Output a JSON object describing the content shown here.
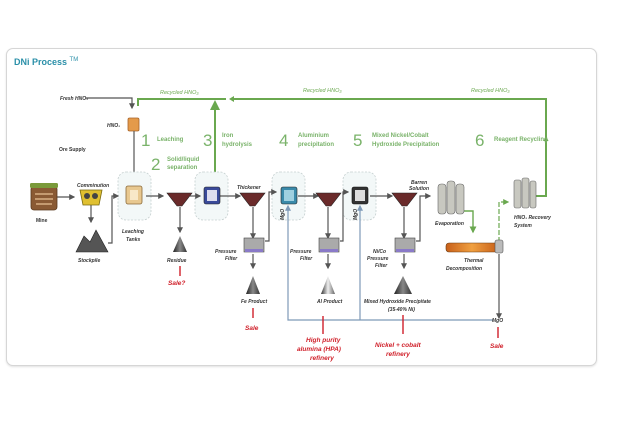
{
  "title": "DNi Process",
  "title_mark": "TM",
  "colors": {
    "title": "#2a8fa8",
    "recycle_line": "#6aa84f",
    "step_text": "#7ab36a",
    "flow_line": "#555555",
    "mgo_line": "#7e9ab8",
    "output_red": "#d0202a"
  },
  "inputs": {
    "fresh_hno3": "Fresh HNO₃",
    "hno3_tank": "HNO₃",
    "ore_supply": "Ore Supply"
  },
  "recycle_labels": [
    "Recycled HNO₃",
    "Recycled HNO₃",
    "Recycled HNO₃"
  ],
  "steps": [
    {
      "num": "1",
      "lines": [
        "Leaching"
      ]
    },
    {
      "num": "2",
      "lines": [
        "Solid/liquid",
        "separation"
      ]
    },
    {
      "num": "3",
      "lines": [
        "Iron",
        "hydrolysis"
      ]
    },
    {
      "num": "4",
      "lines": [
        "Aluminium",
        "precipitation"
      ]
    },
    {
      "num": "5",
      "lines": [
        "Mixed Nickel/Cobalt",
        "Hydroxide Precipitation"
      ]
    },
    {
      "num": "6",
      "lines": [
        "Reagent Recycling"
      ]
    }
  ],
  "equipment": {
    "mine": "Mine",
    "comminution": "Comminution",
    "stockpile": "Stockpile",
    "leaching_tanks": [
      "Leaching",
      "Tanks"
    ],
    "residue": "Residue",
    "thickener": "Thickener",
    "pressure_filter_1": [
      "Pressure",
      "Filter"
    ],
    "fe_product": "Fe Product",
    "mgo_1": "MgO",
    "pressure_filter_2": [
      "Pressure",
      "Filter"
    ],
    "al_product": "Al Product",
    "mgo_2": "MgO",
    "barren_solution": [
      "Barren",
      "Solution"
    ],
    "nico_filter": [
      "Ni/Co",
      "Pressure",
      "Filter"
    ],
    "mhp": [
      "Mixed Hydroxide Precipitate",
      "(35-40% Ni)"
    ],
    "evaporation": "Evaporation",
    "thermal_decomposition": [
      "Thermal",
      "Decomposition"
    ],
    "hno3_recovery": [
      "HNO₃ Recovery",
      "System"
    ],
    "mgo_out": "MgO"
  },
  "outputs": {
    "residue_sale": "Sale?",
    "fe_sale": "Sale",
    "hpa": [
      "High purity",
      "alumina (HPA)",
      "refinery"
    ],
    "nico": [
      "Nickel + cobalt",
      "refinery"
    ],
    "mgo_sale": "Sale"
  }
}
